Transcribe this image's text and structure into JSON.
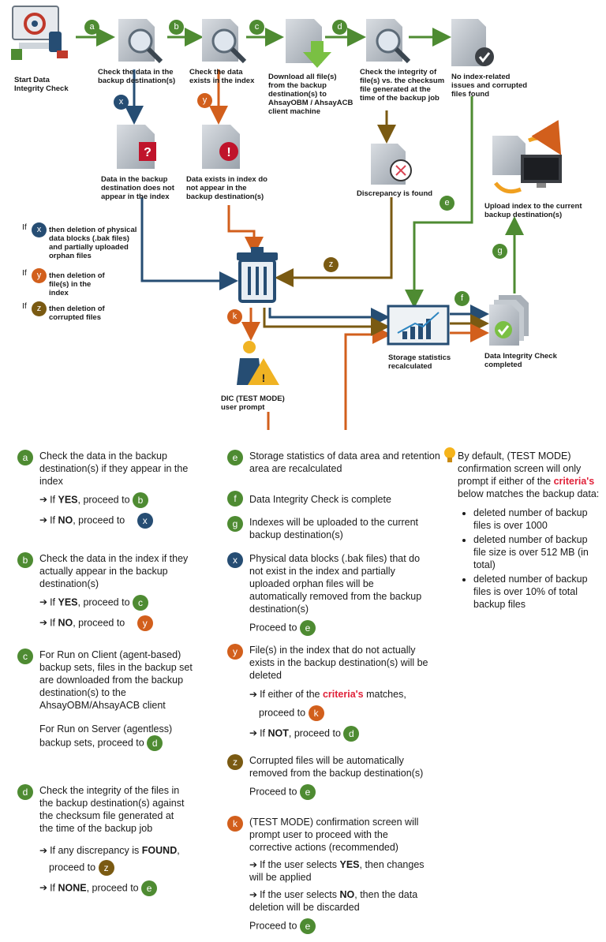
{
  "diagram": {
    "nodes": {
      "start": "Start Data Integrity Check",
      "check_backup": "Check the data in the backup destination(s)",
      "check_index": "Check the data exists in the index",
      "download": "Download all file(s) from the backup destination(s) to AhsayOBM / AhsayACB client machine",
      "checksum": "Check the integrity of file(s) vs. the checksum file generated at the time of the backup job",
      "no_issues": "No index-related issues and corrupted files found",
      "not_in_index": "Data in the backup destination does not appear in the index",
      "not_in_backup": "Data exists in index do not appear in the backup destination(s)",
      "discrepancy": "Discrepancy is found",
      "upload_index": "Upload index to the current backup destination(s)",
      "storage_recalc": "Storage statistics recalculated",
      "completed": "Data Integrity Check completed",
      "dic_prompt": "DIC (TEST MODE) user prompt"
    },
    "badges": {
      "a": "a",
      "b": "b",
      "c": "c",
      "d": "d",
      "e": "e",
      "f": "f",
      "g": "g",
      "x": "x",
      "y": "y",
      "z": "z",
      "k": "k"
    },
    "side_legend": {
      "if": "If",
      "x_text": "then deletion of physical data blocks (.bak files) and partially uploaded orphan files",
      "y_text": "then deletion of file(s) in the index",
      "z_text": "then deletion of corrupted files"
    },
    "colors": {
      "green": "#4e8b32",
      "blue": "#264d73",
      "orange": "#d25f1c",
      "brown": "#7a5a12"
    }
  },
  "steps": {
    "a": {
      "text": "Check the data in the backup destination(s) if they appear in the index",
      "yes_pre": "If ",
      "yes_bold": "YES",
      "yes_post": ", proceed to",
      "no_pre": "If ",
      "no_bold": "NO",
      "no_post": ", proceed to"
    },
    "b": {
      "text": "Check the data in the index if they actually appear in the backup destination(s)",
      "yes_pre": "If ",
      "yes_bold": "YES",
      "yes_post": ", proceed to",
      "no_pre": "If ",
      "no_bold": "NO",
      "no_post": ", proceed to"
    },
    "c": {
      "text": "For Run on Client (agent-based) backup sets, files in the backup set are downloaded from the backup destination(s) to the AhsayOBM/AhsayACB client",
      "text2": "For Run on Server (agentless) backup sets, proceed to"
    },
    "d": {
      "text": "Check the integrity of the files in the backup destination(s) against the checksum file generated at the time of the backup job",
      "found_pre": "If any discrepancy is ",
      "found_bold": "FOUND",
      "found_post": ",",
      "found_post2": "proceed to",
      "none_pre": "If ",
      "none_bold": "NONE",
      "none_post": ", proceed to"
    },
    "e": {
      "text": "Storage statistics of data area and retention area are recalculated"
    },
    "f": {
      "text": "Data Integrity Check is complete"
    },
    "g": {
      "text": "Indexes will be uploaded to the current backup destination(s)"
    },
    "x": {
      "text": "Physical data blocks (.bak files) that do not exist in the index and partially uploaded orphan files will be automatically removed from the backup destination(s)",
      "proceed": "Proceed to"
    },
    "y": {
      "text": "File(s) in the index that do not actually exists in the backup destination(s) will be deleted",
      "either_pre": "If either of the ",
      "either_red": "criteria's",
      "either_post": " matches,",
      "proceed": "proceed to",
      "not_pre": "If ",
      "not_bold": "NOT",
      "not_post": ", proceed to"
    },
    "z": {
      "text": "Corrupted files will be automatically removed from the backup destination(s)",
      "proceed": "Proceed to"
    },
    "k": {
      "text": "(TEST MODE) confirmation screen will prompt user to proceed with the corrective actions (recommended)",
      "yes_pre": "If the user selects ",
      "yes_bold": "YES",
      "yes_post": ", then changes will be applied",
      "no_pre": "If the user selects ",
      "no_bold": "NO",
      "no_post": ", then the data deletion will be discarded",
      "proceed": "Proceed to"
    }
  },
  "note": {
    "pre": "By default, (TEST MODE) confirmation screen will only prompt if either of the ",
    "red": "criteria's",
    "post": " below matches the backup data:",
    "criteria": [
      "deleted number of backup files is over 1000",
      "deleted number of backup file size is over 512 MB (in total)",
      "deleted number of backup files is over 10% of total backup files"
    ]
  }
}
